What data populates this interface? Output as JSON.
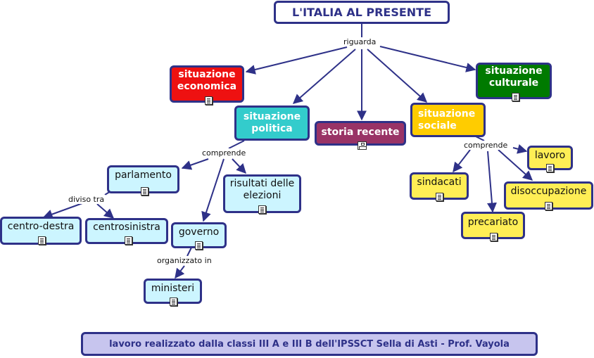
{
  "nodes": {
    "root": {
      "label": "L'ITALIA AL PRESENTE"
    },
    "economica": {
      "label": "situazione economica",
      "icon": "document-icon"
    },
    "politica": {
      "label": "situazione politica"
    },
    "storia": {
      "label": "storia recente",
      "icon": "concept-map-icon"
    },
    "sociale": {
      "label": "situazione sociale"
    },
    "culturale": {
      "label": "situazione culturale",
      "icon": "document-icon"
    },
    "parlamento": {
      "label": "parlamento",
      "icon": "document-icon"
    },
    "risultati": {
      "label": "risultati delle elezioni",
      "icon": "document-icon"
    },
    "centrodestra": {
      "label": "centro-destra",
      "icon": "document-icon"
    },
    "centrosinistra": {
      "label": "centrosinistra",
      "icon": "document-icon"
    },
    "governo": {
      "label": "governo",
      "icon": "document-icon"
    },
    "ministeri": {
      "label": "ministeri",
      "icon": "document-icon"
    },
    "sindacati": {
      "label": "sindacati",
      "icon": "document-icon"
    },
    "lavoro": {
      "label": "lavoro",
      "icon": "document-icon"
    },
    "disoccupazione": {
      "label": "disoccupazione",
      "icon": "document-icon"
    },
    "precariato": {
      "label": "precariato",
      "icon": "document-icon"
    }
  },
  "link_labels": {
    "riguarda": "riguarda",
    "comprende_politica": "comprende",
    "diviso_tra": "diviso tra",
    "organizzato_in": "organizzato in",
    "comprende_sociale": "comprende"
  },
  "footer": {
    "text": "lavoro realizzato dalla classi III A e III B dell'IPSSCT Sella di Asti - Prof. Vayola"
  },
  "colors": {
    "border": "#2e3188",
    "economica": "#ee1111",
    "culturale": "#007a00",
    "politica": "#33cccc",
    "storia": "#993366",
    "sociale": "#ffcc00",
    "light_blue": "#ccf5ff",
    "light_yellow": "#ffee55",
    "footer_fill": "#c7c5ee"
  }
}
